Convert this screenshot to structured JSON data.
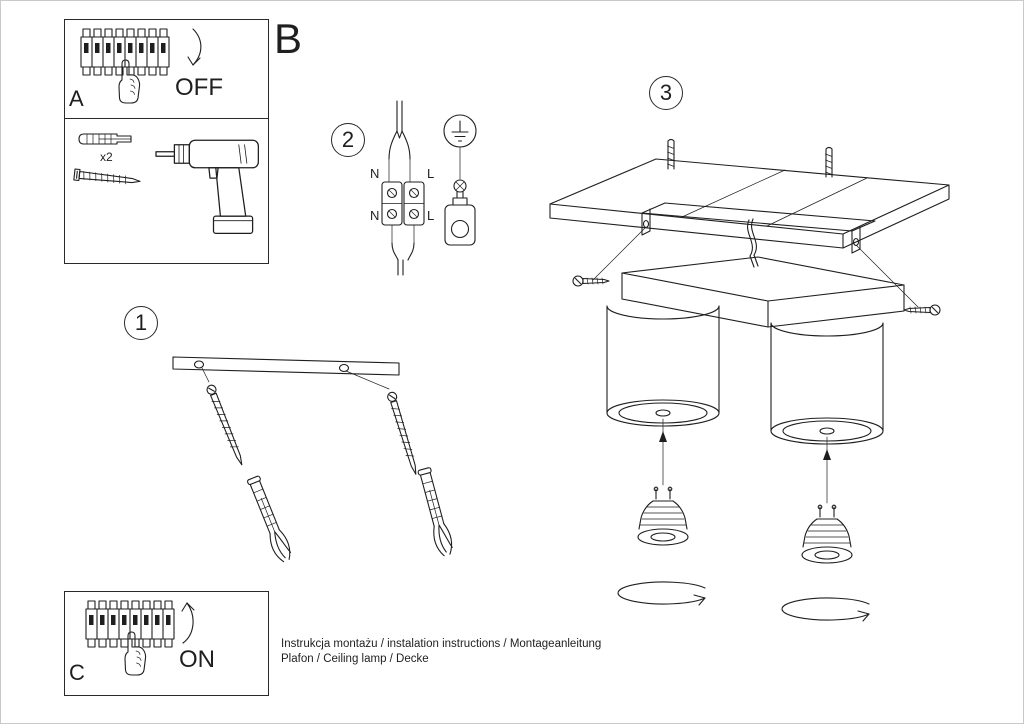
{
  "doc": {
    "panel_a": {
      "label": "A",
      "state_label": "OFF"
    },
    "panel_c": {
      "label": "C",
      "state_label": "ON"
    },
    "tools": {
      "anchor_count_label": "x2"
    },
    "section_b": {
      "label": "B"
    },
    "steps": {
      "one": "1",
      "two": "2",
      "three": "3"
    },
    "wiring": {
      "top_left": "N",
      "top_right": "L",
      "bottom_left": "N",
      "bottom_right": "L"
    },
    "footer": {
      "line1": "Instrukcja montażu / instalation instructions / Montageanleitung",
      "line2": "Plafon / Ceiling lamp / Decke"
    },
    "line_color": "#1f1f1f"
  }
}
